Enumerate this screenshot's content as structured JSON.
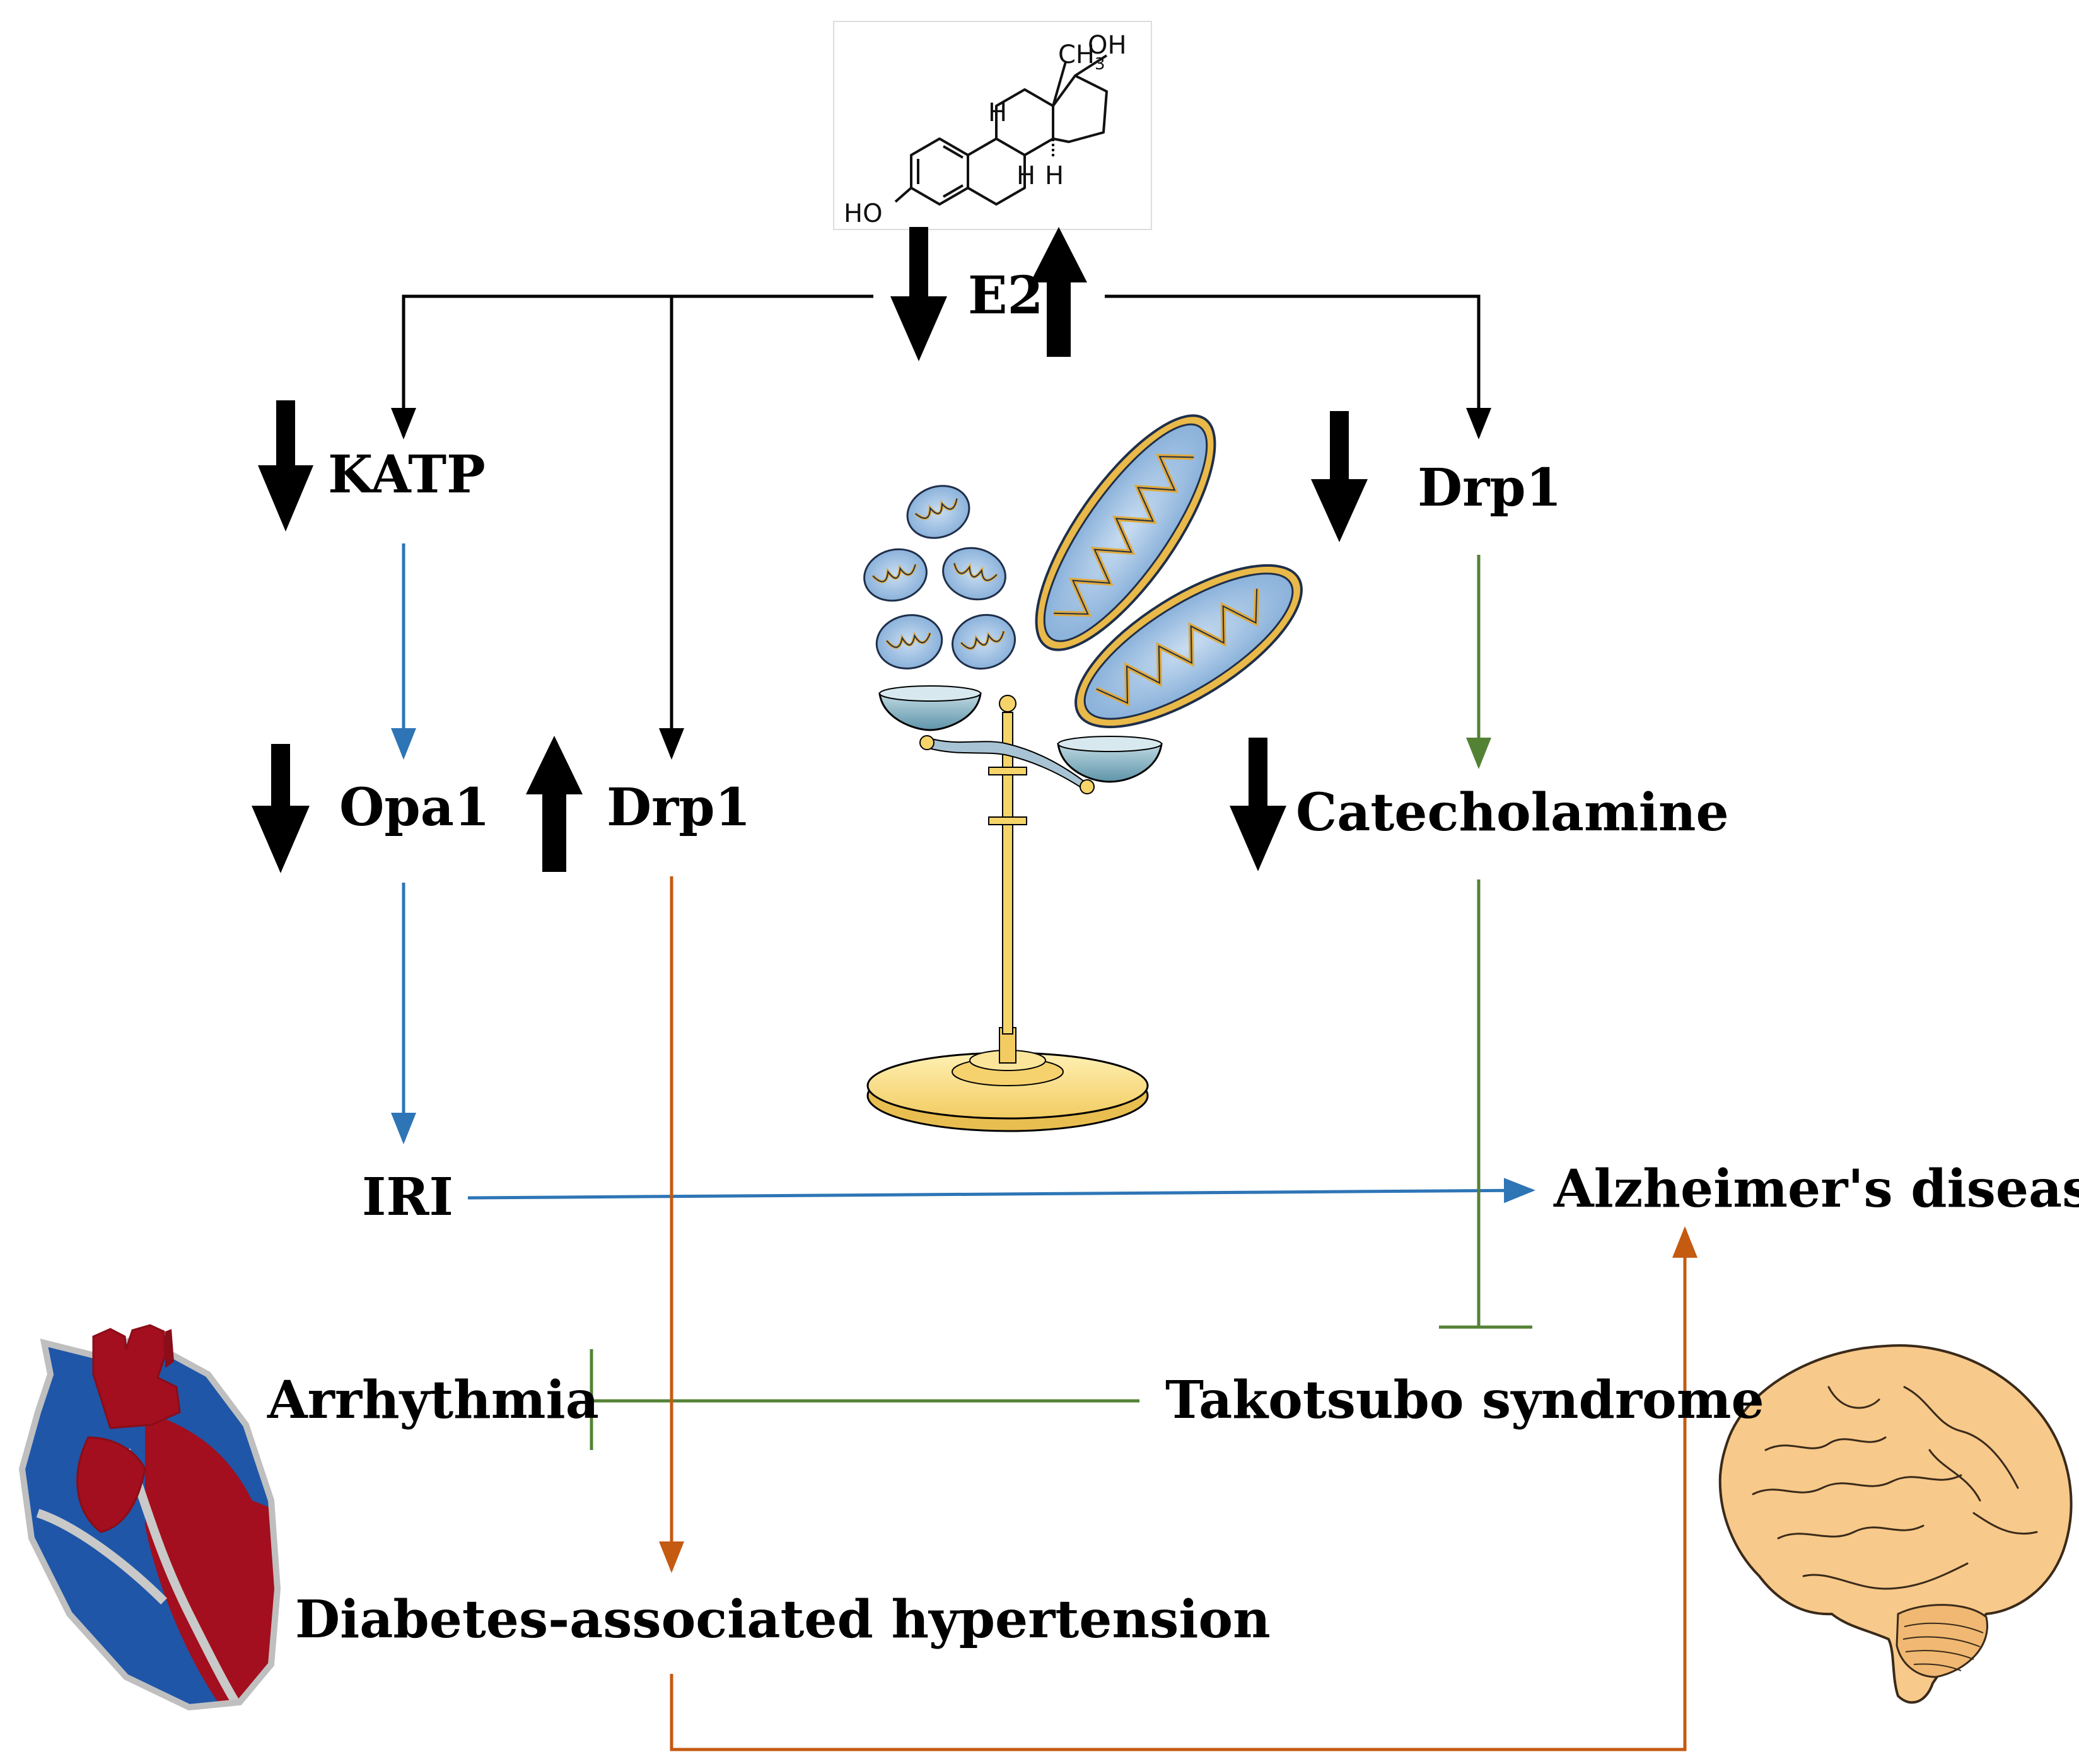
{
  "molecule": {
    "name": "E2",
    "groups": {
      "hydroxyl_top": "OH",
      "hydroxyl_left": "HO",
      "methyl": "CH",
      "methyl_sub": "3",
      "hydrogen": "H"
    }
  },
  "labels": {
    "e2": "E2",
    "katp": "KATP",
    "opa1": "Opa1",
    "drp1_left": "Drp1",
    "drp1_right": "Drp1",
    "catecholamine": "Catecholamine",
    "iri": "IRI",
    "alzheimers": "Alzheimer's disease",
    "takotsubo": "Takotsubo syndrome",
    "arrhythmia": "Arrhythmia",
    "diabetes_hypertension": "Diabetes-associated hypertension"
  },
  "trend_arrows": {
    "e2_left": "down",
    "e2_right": "up",
    "katp": "down",
    "opa1": "down",
    "drp1_left": "up",
    "drp1_right": "down",
    "catecholamine": "down"
  },
  "pathway_colors": {
    "black": "#000000",
    "blue": "#2E75B6",
    "green": "#548235",
    "orange": "#C55A11"
  },
  "illustrations": [
    "molecule-structure",
    "mitochondria-balance",
    "heart-illustration",
    "brain-illustration"
  ]
}
